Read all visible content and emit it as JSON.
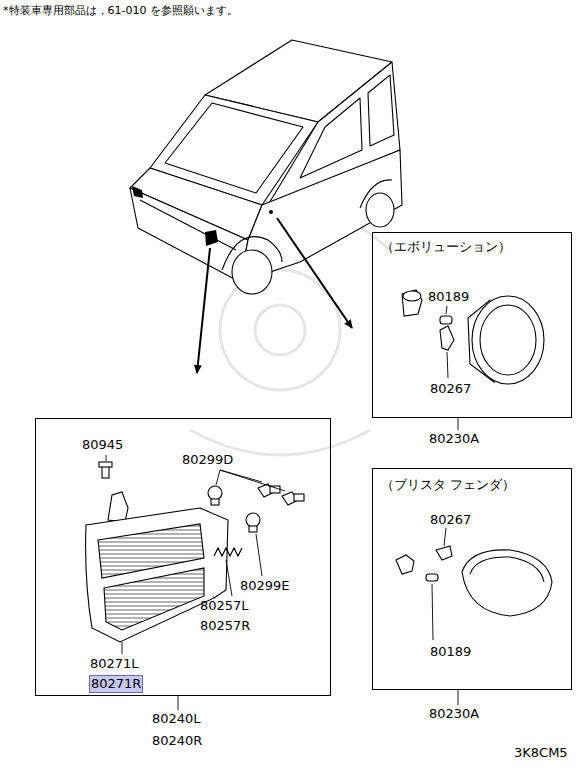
{
  "diagram": {
    "nodes": [
      {
        "text": [
          "80240L",
          "80240R"
        ]
      },
      {
        "text": [
          "（エボリューション）",
          "80230A"
        ]
      },
      {
        "text": [
          "（ブリスタ フェンダ）",
          "80230A"
        ]
      }
    ],
    "labels": [
      "*特装車専用部品は，61-010 を参照願います。",
      "80945",
      "80299D",
      "80299E",
      "80257L",
      "80257R",
      "80271L",
      "80271R",
      "80189",
      "80267",
      "80267",
      "80189",
      "3K8CM5"
    ]
  }
}
